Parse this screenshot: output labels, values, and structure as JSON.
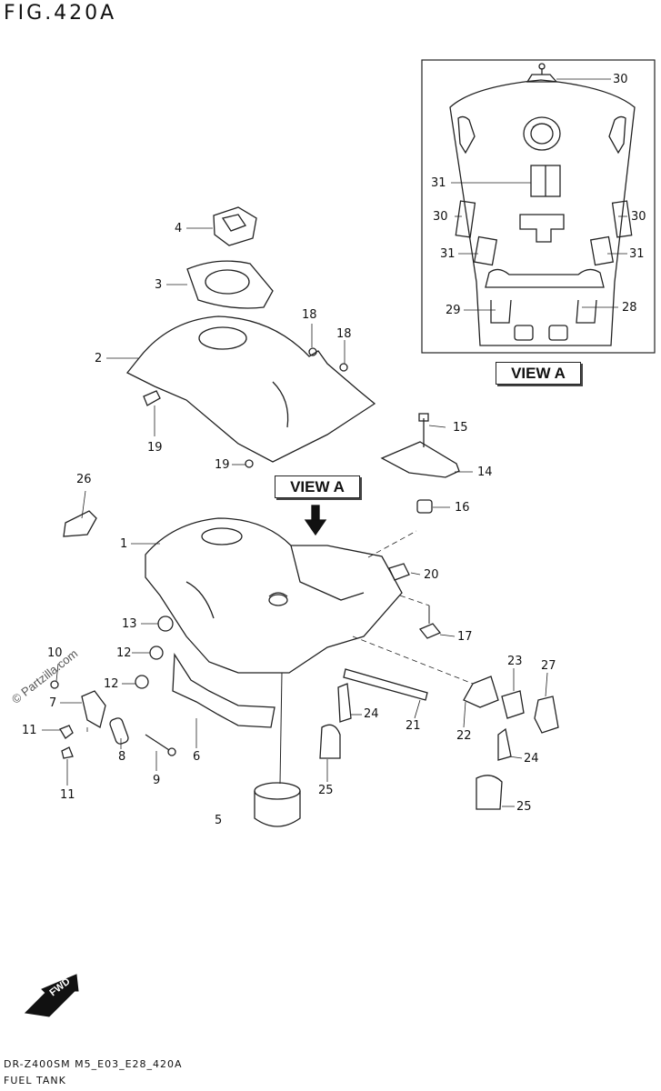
{
  "header": {
    "fig_title": "FIG.420A"
  },
  "footer": {
    "model_code": "DR-Z400SM M5_E03_E28_420A",
    "section_name": "FUEL TANK"
  },
  "view_labels": {
    "callout_box": "VIEW A",
    "inset_box": "VIEW A"
  },
  "watermark": "© Partzilla.com",
  "direction_badge": "FWD",
  "callouts": [
    "1",
    "2",
    "3",
    "4",
    "5",
    "6",
    "7",
    "8",
    "9",
    "10",
    "11",
    "11",
    "12",
    "12",
    "13",
    "14",
    "15",
    "16",
    "17",
    "18",
    "18",
    "19",
    "19",
    "20",
    "21",
    "22",
    "23",
    "24",
    "24",
    "25",
    "25",
    "26",
    "27",
    "28",
    "29",
    "30",
    "30",
    "30",
    "31",
    "31"
  ]
}
